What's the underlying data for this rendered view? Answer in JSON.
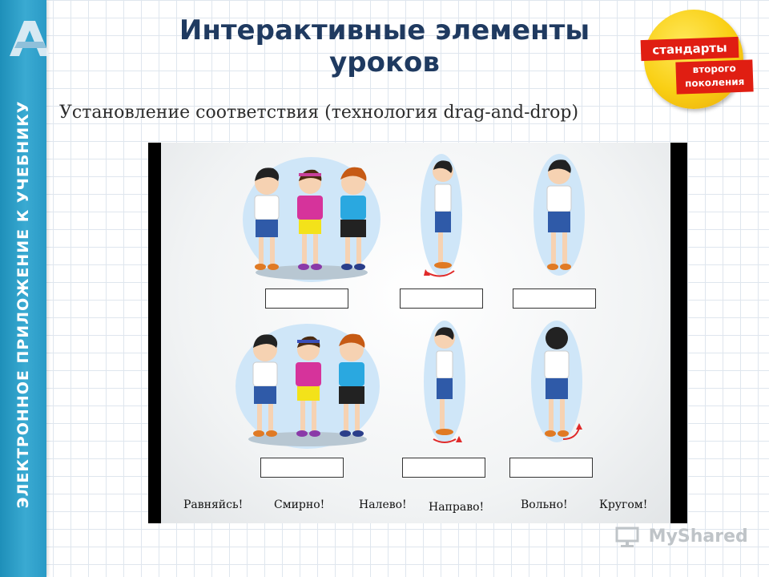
{
  "sidebar": {
    "text": "ЭЛЕКТРОННОЕ ПРИЛОЖЕНИЕ К УЧЕБНИКУ"
  },
  "header": {
    "title_line1": "Интерактивные элементы",
    "title_line2": "уроков",
    "subtitle": "Установление соответствия (технология drag-and-drop)"
  },
  "badge": {
    "line1": "стандарты",
    "line2": "второго",
    "line3": "поколения"
  },
  "task": {
    "pictures": [
      {
        "name": "three-kids-front",
        "row": 1
      },
      {
        "name": "boy-side-turn",
        "row": 1
      },
      {
        "name": "boy-front",
        "row": 1
      },
      {
        "name": "three-kids-looking",
        "row": 2
      },
      {
        "name": "boy-side",
        "row": 2
      },
      {
        "name": "boy-back-turn",
        "row": 2
      }
    ],
    "words": [
      "Равняйсь!",
      "Смирно!",
      "Налево!",
      "Направо!",
      "Вольно!",
      "Кругом!"
    ]
  },
  "watermark": {
    "text": "MyShared"
  },
  "colors": {
    "sidebar": "#2a9ac6",
    "title": "#1f3a60",
    "badge_yellow": "#f9cf14",
    "badge_red": "#e01e12",
    "frame": "#000000",
    "oval": "#cfe6f8"
  }
}
